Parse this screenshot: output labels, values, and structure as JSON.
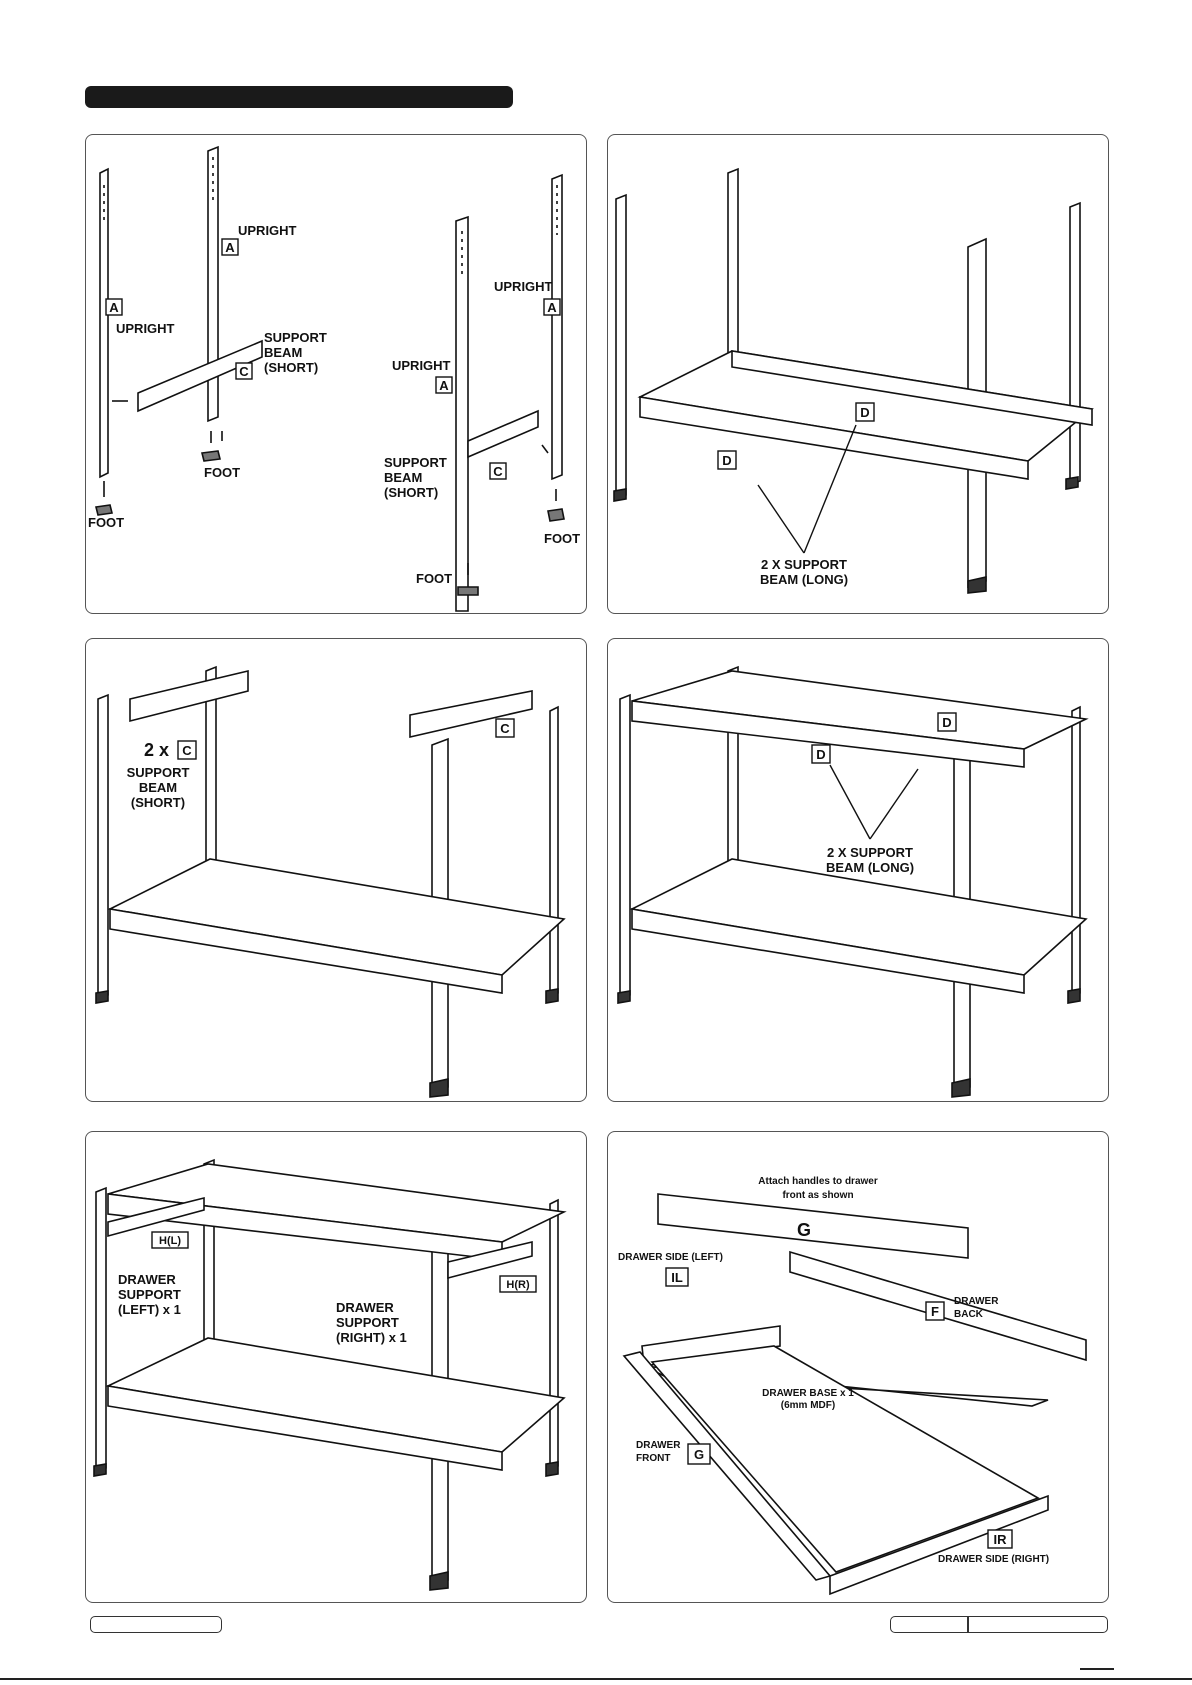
{
  "panel1": {
    "upright_left": "UPRIGHT",
    "upright_top": "UPRIGHT",
    "upright_mid": "UPRIGHT",
    "upright_right": "UPRIGHT",
    "tag_a": "A",
    "tag_c": "C",
    "support_1": "SUPPORT",
    "beam_1": "BEAM",
    "short_1": "(SHORT)",
    "support_2": "SUPPORT",
    "beam_2": "BEAM",
    "short_2": "(SHORT)",
    "foot": "FOOT"
  },
  "panel2": {
    "tag_d": "D",
    "beam_line1": "2 X SUPPORT",
    "beam_line2": "BEAM (LONG)"
  },
  "panel3": {
    "count": "2 x",
    "tag_c": "C",
    "support": "SUPPORT",
    "beam": "BEAM",
    "short": "(SHORT)"
  },
  "panel4": {
    "tag_d": "D",
    "beam_line1": "2 X SUPPORT",
    "beam_line2": "BEAM (LONG)"
  },
  "panel5": {
    "tag_hl": "H(L)",
    "tag_hr": "H(R)",
    "drawer": "DRAWER",
    "support": "SUPPORT",
    "left_x1": "(LEFT) x 1",
    "right_x1": "(RIGHT) x 1"
  },
  "panel6": {
    "attach_line1": "Attach handles to drawer",
    "attach_line2": "front as shown",
    "tag_g": "G",
    "tag_il": "IL",
    "tag_f": "F",
    "tag_ir": "IR",
    "side_left": "DRAWER SIDE (LEFT)",
    "side_right": "DRAWER SIDE (RIGHT)",
    "drawer": "DRAWER",
    "back": "BACK",
    "front": "FRONT",
    "base_line1": "DRAWER BASE x 1",
    "base_line2": "(6mm MDF)"
  }
}
